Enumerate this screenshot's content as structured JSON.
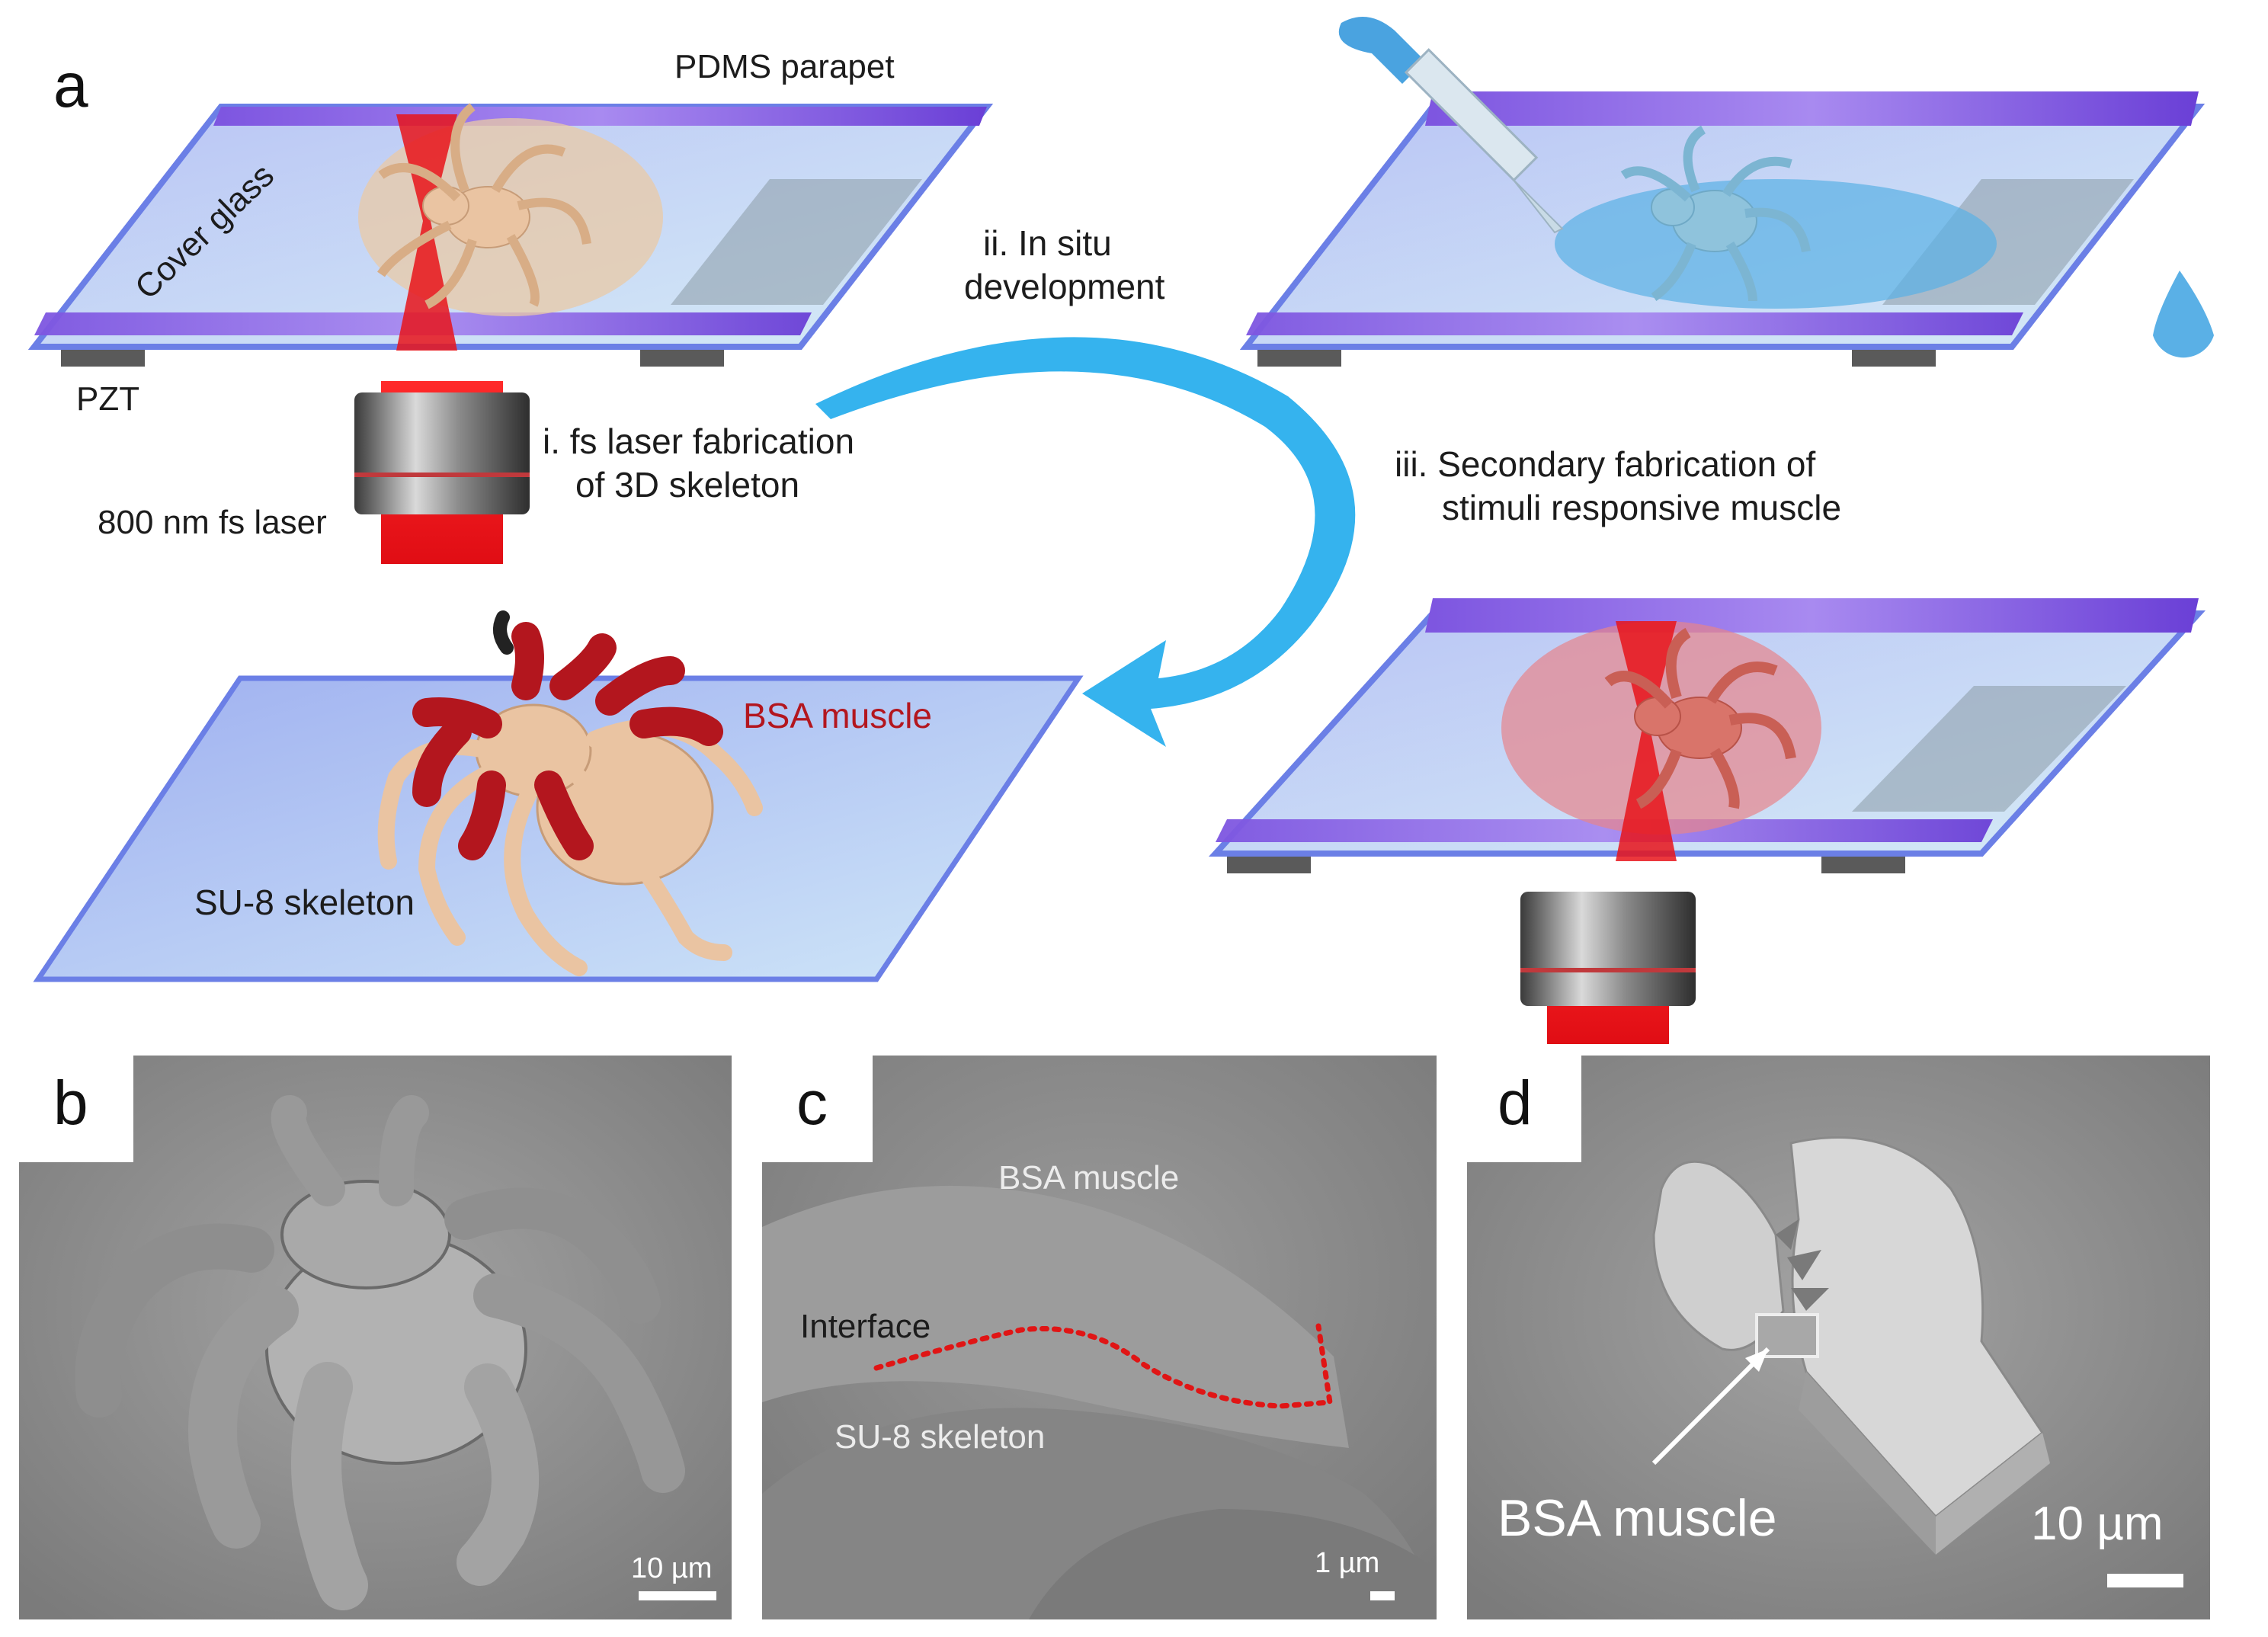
{
  "panels": {
    "a": {
      "letter": "a"
    },
    "b": {
      "letter": "b",
      "scale": "10 µm"
    },
    "c": {
      "letter": "c",
      "scale": "1 µm",
      "bsa_label": "BSA muscle",
      "interface_label": "Interface",
      "skeleton_label": "SU-8 skeleton"
    },
    "d": {
      "letter": "d",
      "scale": "10 µm",
      "bsa_label": "BSA muscle"
    }
  },
  "labels": {
    "pdms_parapet": "PDMS parapet",
    "cover_glass": "Cover glass",
    "pzt": "PZT",
    "laser": "800 nm fs laser",
    "step_i_line1": "i. fs laser fabrication",
    "step_i_line2": "of 3D skeleton",
    "step_ii_line1": "ii. In situ",
    "step_ii_line2": "development",
    "step_iii_line1": "iii. Secondary fabrication of",
    "step_iii_line2": "stimuli responsive muscle",
    "bsa_muscle": "BSA muscle",
    "su8_skeleton": "SU-8 skeleton"
  },
  "colors": {
    "glass": "#a9b6f2",
    "glass_edge": "#6b7fe6",
    "parapet": "#8b5fe0",
    "parapet_light": "#b59af0",
    "laser": "#e8141a",
    "arrow": "#35b3ee",
    "skeleton": "#eac4a2",
    "muscle": "#b3161e",
    "water": "#5ab0e6",
    "sem_bg": "#8a8a8a",
    "interface_dots": "#e01515"
  }
}
